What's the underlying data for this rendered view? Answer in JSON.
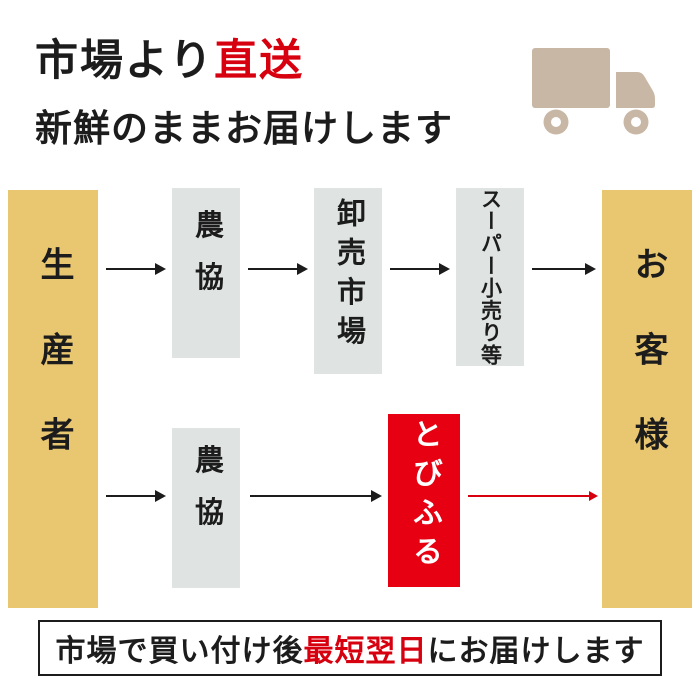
{
  "header": {
    "title_prefix": "市場より",
    "title_accent": "直送",
    "subtitle": "新鮮のままお届けします"
  },
  "flow": {
    "producer": "生産者",
    "customer": "お客様",
    "top_route": [
      "農協",
      "卸売市場",
      "スーパー小売り等"
    ],
    "bottom_route": [
      "農協",
      "とびふる"
    ]
  },
  "footer": {
    "prefix": "市場で買い付け後",
    "accent": "最短翌日",
    "suffix": "にお届けします"
  },
  "colors": {
    "tan": "#e9c670",
    "gray": "#dfe4e2",
    "accent_red": "#d7000f",
    "box_red": "#e60012",
    "truck_beige": "#c9b7a6",
    "text": "#1c1c1c"
  }
}
